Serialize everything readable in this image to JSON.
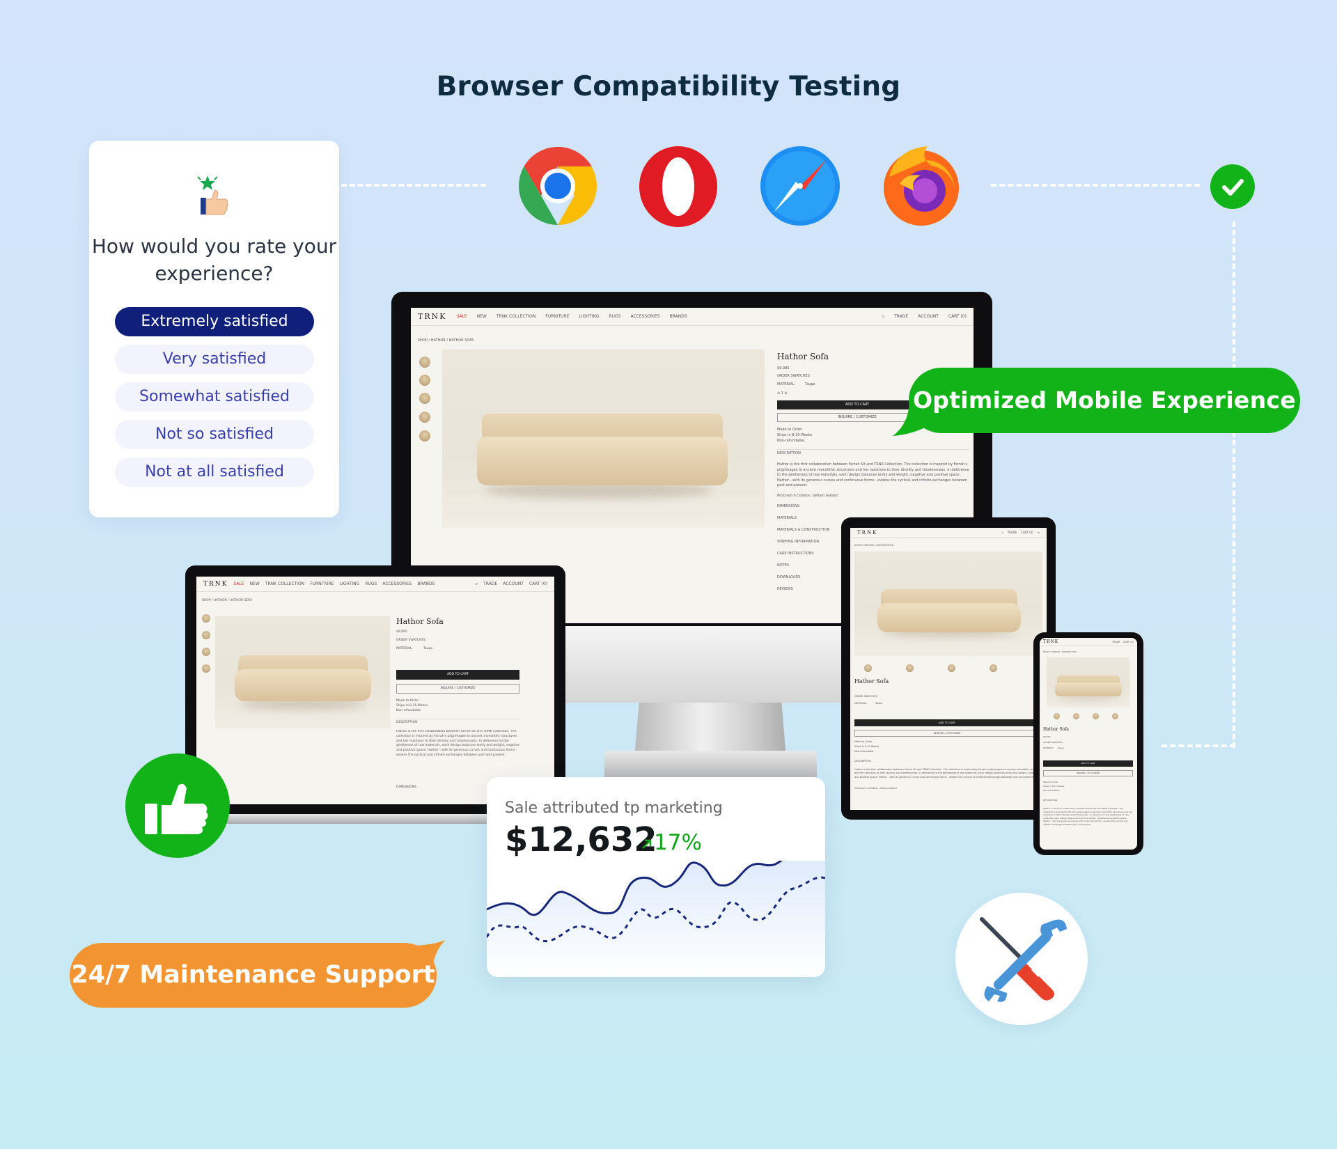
{
  "header": {
    "title": "Browser Compatibility Testing"
  },
  "survey": {
    "question": "How would you rate your experience?",
    "options": [
      {
        "label": "Extremely satisfied",
        "selected": true
      },
      {
        "label": "Very satisfied",
        "selected": false
      },
      {
        "label": "Somewhat satisfied",
        "selected": false
      },
      {
        "label": "Not so satisfied",
        "selected": false
      },
      {
        "label": "Not at all satisfied",
        "selected": false
      }
    ],
    "icon": "thumbs-up-sparkle-icon"
  },
  "browsers": [
    {
      "name": "chrome-icon"
    },
    {
      "name": "opera-icon"
    },
    {
      "name": "safari-icon"
    },
    {
      "name": "firefox-icon"
    }
  ],
  "status": {
    "icon": "check-icon",
    "color": "#12b318"
  },
  "store": {
    "logo": "TRNK",
    "nav": [
      "SALE",
      "NEW",
      "TRNK COLLECTION",
      "FURNITURE",
      "LIGHTING",
      "RUGS",
      "ACCESSORIES",
      "BRANDS"
    ],
    "nav_right": [
      "TRADE",
      "ACCOUNT",
      "CART (0)"
    ],
    "breadcrumb": "SHOP / HATHOR / HATHOR SOFA",
    "product_title": "Hathor Sofa",
    "price": "$9,995",
    "order_swatches": "ORDER SWATCHES",
    "material_label": "MATERIAL:",
    "material_value": "Taupe",
    "quantity": "1",
    "add_to_cart": "ADD TO CART",
    "inquire": "INQUIRE / CUSTOMIZE",
    "made_to_order": "Made to Order",
    "ships": "Ships in 8-10 Weeks",
    "non_refundable": "Non-refundable.",
    "description_label": "DESCRIPTION",
    "description": "Hathor is the first collaboration between Farrah Sit and TRNK Collection. The collection is inspired by Farrah's pilgrimages to ancient monolithic structures and her reactions to their divinity and timelessness. In deference to the gentleness of raw materials, each design balances levity and weight, negative and positive space. Hathor - with its generous curves and continuous forms - evokes the cyclical and infinite exchanges between past and present.",
    "pictured": "Pictured in Citation, Vellum leather.",
    "sections": [
      "DIMENSIONS",
      "MATERIALS",
      "MATERIALS & CONSTRUCTION",
      "SHIPPING INFORMATION",
      "CARE INSTRUCTIONS",
      "NOTES",
      "DOWNLOADS",
      "REVIEWS"
    ]
  },
  "callouts": {
    "mobile": "Optimized Mobile Experience",
    "support": "24/7 Maintenance Support"
  },
  "sales": {
    "label": "Sale attributed tp marketing",
    "amount": "$12,632",
    "change": "17%",
    "change_icon": "arrow-up-right-icon",
    "change_color": "#12a51c"
  },
  "colors": {
    "accent_green": "#12b318",
    "accent_orange": "#f39433",
    "navy": "#0f1f7a"
  },
  "decor": {
    "thumbs": "thumbs-up-icon",
    "tools": "wrench-screwdriver-icon"
  }
}
